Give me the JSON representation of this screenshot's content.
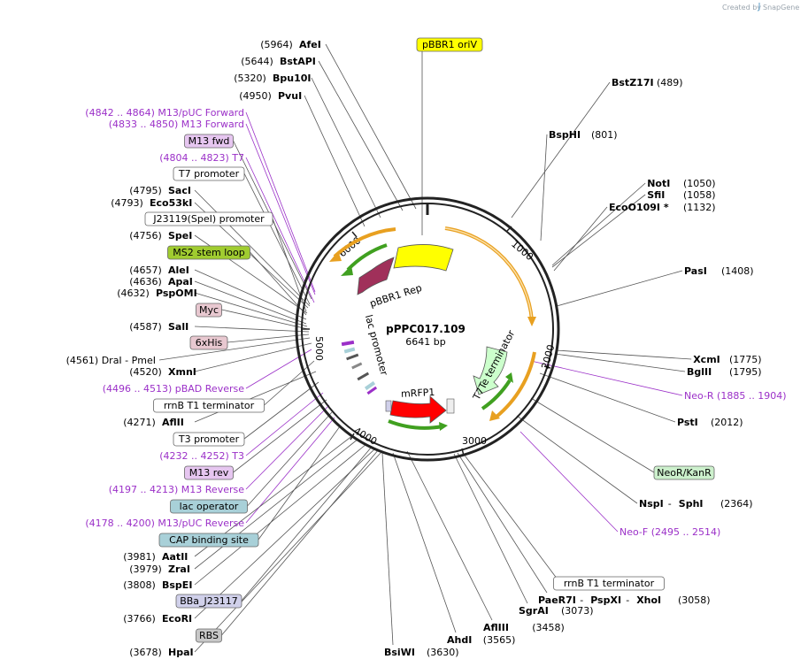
{
  "credit": {
    "prefix": "Created by",
    "brand": "SnapGene"
  },
  "plasmid": {
    "name": "pPPC017.109",
    "size": "6641 bp"
  },
  "ticks": [
    "1000",
    "2000",
    "3000",
    "4000",
    "5000",
    "6000"
  ],
  "feature_labels": {
    "pbbr1_rep": "pBBR1 Rep",
    "lac_promoter": "lac promoter",
    "mrfp1": "mRFP1",
    "t7te": "T7Te terminator"
  },
  "colors": {
    "rep": "#a0305a",
    "oriv": "#ffff00",
    "mrfp1": "#ff0000",
    "terminator": "#ccffcc",
    "primer": "#9b30c8",
    "orange_arrow": "#e8a020",
    "green_arrow": "#40a020"
  },
  "left_labels": [
    {
      "pos": "(5964)",
      "name": "AfeI",
      "type": "enzyme"
    },
    {
      "pos": "(5644)",
      "name": "BstAPI",
      "type": "enzyme"
    },
    {
      "pos": "(5320)",
      "name": "Bpu10I",
      "type": "enzyme"
    },
    {
      "pos": "(4950)",
      "name": "PvuI",
      "type": "enzyme"
    },
    {
      "pos": "(4842 .. 4864)",
      "name": "M13/pUC Forward",
      "type": "primer"
    },
    {
      "pos": "(4833 .. 4850)",
      "name": "M13 Forward",
      "type": "primer"
    },
    {
      "name": "M13 fwd",
      "type": "box",
      "fill": "#e6c6f0"
    },
    {
      "pos": "(4804 .. 4823)",
      "name": "T7",
      "type": "primer"
    },
    {
      "name": "T7 promoter",
      "type": "box",
      "fill": "#ffffff"
    },
    {
      "pos": "(4795)",
      "name": "SacI",
      "type": "enzyme"
    },
    {
      "pos": "(4793)",
      "name": "Eco53kI",
      "type": "enzyme"
    },
    {
      "name": "J23119(SpeI) promoter",
      "type": "box",
      "fill": "#ffffff"
    },
    {
      "pos": "(4756)",
      "name": "SpeI",
      "type": "enzyme"
    },
    {
      "name": "MS2 stem loop",
      "type": "box",
      "fill": "#a0cc30"
    },
    {
      "pos": "(4657)",
      "name": "AleI",
      "type": "enzyme"
    },
    {
      "pos": "(4636)",
      "name": "ApaI",
      "type": "enzyme"
    },
    {
      "pos": "(4632)",
      "name": "PspOMI",
      "type": "enzyme"
    },
    {
      "name": "Myc",
      "type": "box",
      "fill": "#e8c8d0"
    },
    {
      "pos": "(4587)",
      "name": "SalI",
      "type": "enzyme"
    },
    {
      "name": "6xHis",
      "type": "box",
      "fill": "#e8c8d0"
    },
    {
      "pos": "(4561)",
      "name": "DraI",
      "name2": "PmeI",
      "type": "enzyme2"
    },
    {
      "pos": "(4520)",
      "name": "XmnI",
      "type": "enzyme"
    },
    {
      "pos": "(4496 .. 4513)",
      "name": "pBAD Reverse",
      "type": "primer"
    },
    {
      "name": "rrnB T1 terminator",
      "type": "box",
      "fill": "#ffffff"
    },
    {
      "pos": "(4271)",
      "name": "AflII",
      "type": "enzyme"
    },
    {
      "name": "T3 promoter",
      "type": "box",
      "fill": "#ffffff"
    },
    {
      "pos": "(4232 .. 4252)",
      "name": "T3",
      "type": "primer"
    },
    {
      "name": "M13 rev",
      "type": "box",
      "fill": "#e6c6f0"
    },
    {
      "pos": "(4197 .. 4213)",
      "name": "M13 Reverse",
      "type": "primer"
    },
    {
      "name": "lac operator",
      "type": "box",
      "fill": "#a8d0d8"
    },
    {
      "pos": "(4178 .. 4200)",
      "name": "M13/pUC Reverse",
      "type": "primer"
    },
    {
      "name": "CAP binding site",
      "type": "box",
      "fill": "#a8d0d8"
    },
    {
      "pos": "(3981)",
      "name": "AatII",
      "type": "enzyme"
    },
    {
      "pos": "(3979)",
      "name": "ZraI",
      "type": "enzyme"
    },
    {
      "pos": "(3808)",
      "name": "BspEI",
      "type": "enzyme"
    },
    {
      "name": "BBa_J23117",
      "type": "box",
      "fill": "#d0d0ea"
    },
    {
      "pos": "(3766)",
      "name": "EcoRI",
      "type": "enzyme"
    },
    {
      "name": "RBS",
      "type": "box",
      "fill": "#c8c8c8"
    },
    {
      "pos": "(3678)",
      "name": "HpaI",
      "type": "enzyme"
    }
  ],
  "right_labels": [
    {
      "name": "pBBR1 oriV",
      "type": "box",
      "fill": "#ffff00"
    },
    {
      "name": "BstZ17I",
      "pos": "(489)",
      "type": "enzyme"
    },
    {
      "name": "BspHI",
      "pos": "(801)",
      "type": "enzyme"
    },
    {
      "name": "NotI",
      "pos": "(1050)",
      "type": "enzyme"
    },
    {
      "name": "SfiI",
      "pos": "(1058)",
      "type": "enzyme"
    },
    {
      "name": "EcoO109I *",
      "pos": "(1132)",
      "type": "enzyme"
    },
    {
      "name": "PasI",
      "pos": "(1408)",
      "type": "enzyme"
    },
    {
      "name": "XcmI",
      "pos": "(1775)",
      "type": "enzyme"
    },
    {
      "name": "BglII",
      "pos": "(1795)",
      "type": "enzyme"
    },
    {
      "name": "Neo-R",
      "pos": "(1885 .. 1904)",
      "type": "primer"
    },
    {
      "name": "PstI",
      "pos": "(2012)",
      "type": "enzyme"
    },
    {
      "name": "NeoR/KanR",
      "type": "box",
      "fill": "#ccf0cc"
    },
    {
      "name": "NspI",
      "name2": "SphI",
      "pos": "(2364)",
      "type": "enzyme2"
    },
    {
      "name": "Neo-F",
      "pos": "(2495 .. 2514)",
      "type": "primer"
    }
  ],
  "bottom_labels": [
    {
      "name": "BsiWI",
      "pos": "(3630)",
      "type": "enzyme"
    },
    {
      "name": "AhdI",
      "pos": "(3565)",
      "type": "enzyme"
    },
    {
      "name": "AflIII",
      "pos": "(3458)",
      "type": "enzyme"
    },
    {
      "name": "SgrAI",
      "pos": "(3073)",
      "type": "enzyme"
    },
    {
      "name": "PaeR7I",
      "name2": "PspXI",
      "name3": "XhoI",
      "pos": "(3058)",
      "type": "enzyme3"
    },
    {
      "name": "rrnB T1 terminator",
      "type": "box",
      "fill": "#ffffff"
    }
  ]
}
